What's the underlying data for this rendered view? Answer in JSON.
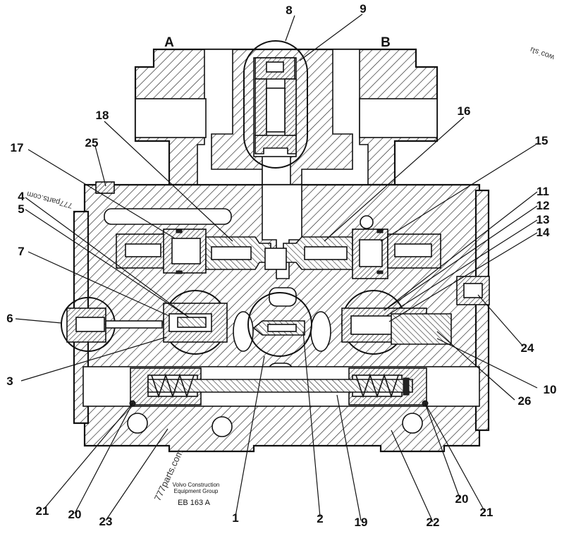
{
  "port_labels": {
    "a": "A",
    "b": "B"
  },
  "callouts": [
    "8",
    "9",
    "18",
    "16",
    "17",
    "25",
    "15",
    "4",
    "5",
    "11",
    "12",
    "13",
    "14",
    "7",
    "6",
    "24",
    "3",
    "10",
    "26",
    "21",
    "20",
    "23",
    "1",
    "2",
    "19",
    "22",
    "20",
    "21"
  ],
  "caption": {
    "line1": "Volvo Construction",
    "line2": "Equipment Group",
    "code": "EB 163 A"
  },
  "watermarks": {
    "top_right": "ᴡoɔ˙sʇɹ",
    "left": "777parts.com",
    "bottom": "777parts.com"
  }
}
